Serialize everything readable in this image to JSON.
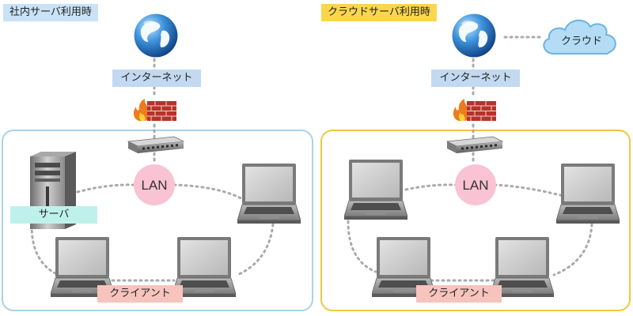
{
  "left": {
    "title": "社内サーバ利用時",
    "internet_label": "インターネット",
    "lan_label": "LAN",
    "server_label": "サーバ",
    "client_label": "クライアント"
  },
  "right": {
    "title": "クラウドサーバ利用時",
    "internet_label": "インターネット",
    "lan_label": "LAN",
    "cloud_label": "クラウド",
    "client_label": "クライアント"
  },
  "colors": {
    "left_frame": "#a9d2ea",
    "right_frame": "#f0c640",
    "left_title_bg": "#c9e2f6",
    "right_title_bg": "#fbd64c",
    "internet_label_bg": "#c3d9f0",
    "lan_circle": "#f9c3d4",
    "server_label_bg": "#bff1ec",
    "client_label_bg": "#f6c3bd",
    "cloud_fill": "#b4dcf5",
    "cloud_stroke": "#6fb4e0"
  }
}
